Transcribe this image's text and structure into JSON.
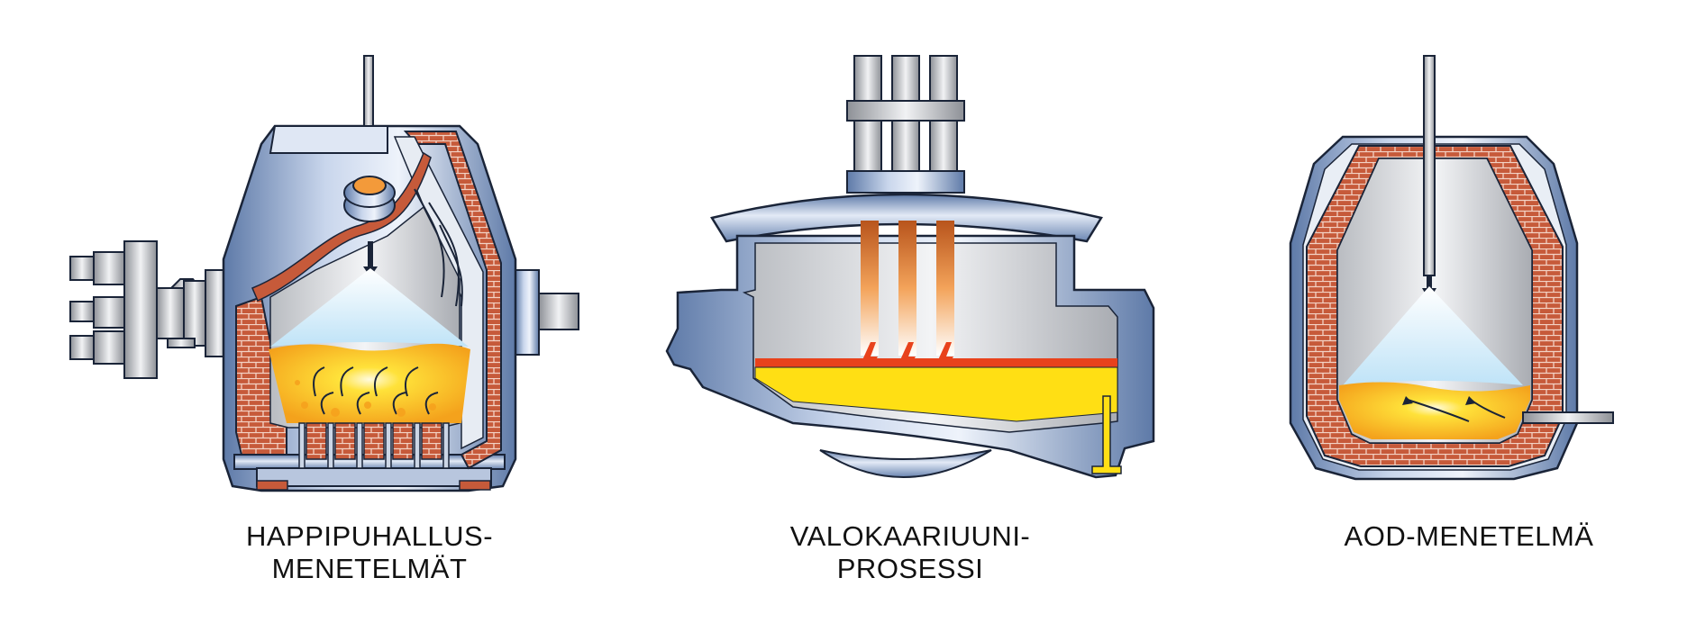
{
  "furnaces": [
    {
      "id": "bof",
      "caption_lines": [
        "HAPPIPUHALLUS-",
        "MENETELMÄT"
      ]
    },
    {
      "id": "eaf",
      "caption_lines": [
        "VALOKAARIUUNI-",
        "PROSESSI"
      ]
    },
    {
      "id": "aod",
      "caption_lines": [
        "AOD-MENETELMÄ"
      ]
    }
  ],
  "colors": {
    "steel_blue": "#7f9bc4",
    "steel_light": "#d8e2f1",
    "brick": "#c65a3a",
    "melt_yellow": "#ffd21a",
    "melt_orange": "#f6a21d",
    "arc_red": "#e8421c",
    "lance_grey": "#9aa0a6",
    "outline": "#1a2438"
  }
}
